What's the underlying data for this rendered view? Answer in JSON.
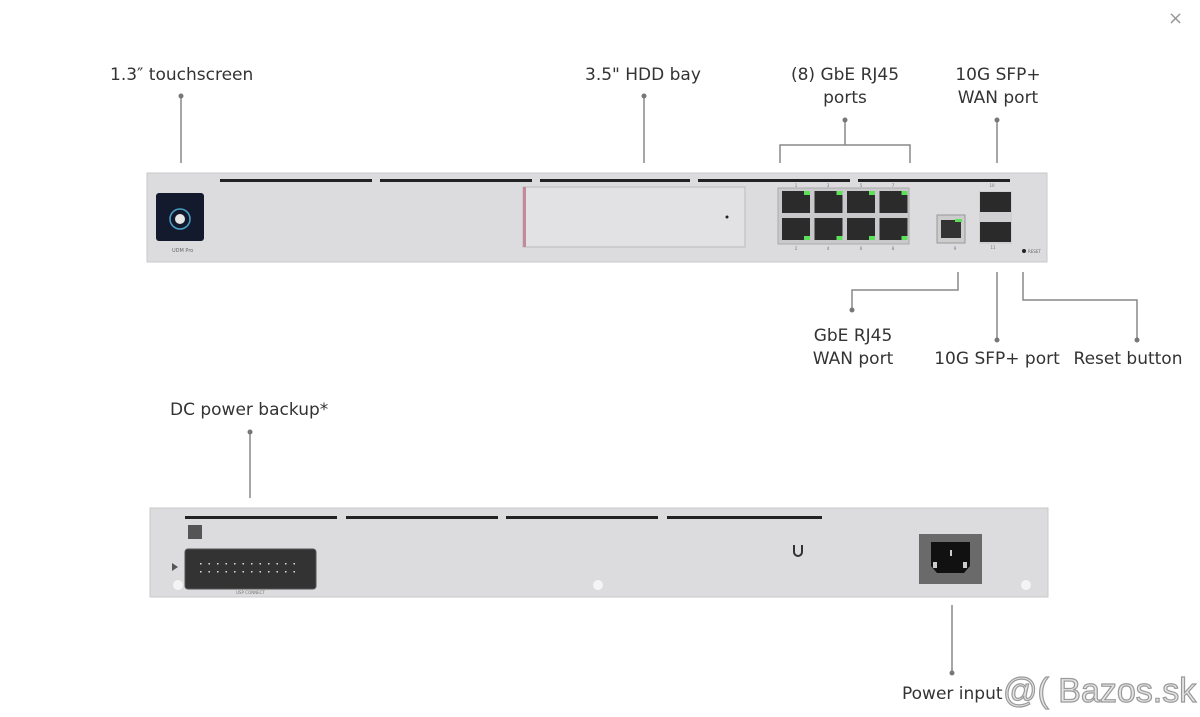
{
  "labels": {
    "touchscreen": "1.3″ touchscreen",
    "hdd_bay": "3.5\" HDD bay",
    "gbe_ports_1": "(8) GbE RJ45",
    "gbe_ports_2": "ports",
    "sfp_wan_1": "10G SFP+",
    "sfp_wan_2": "WAN port",
    "gbe_wan_1": "GbE RJ45",
    "gbe_wan_2": "WAN port",
    "sfp_port": "10G SFP+ port",
    "reset": "Reset button",
    "dc_power": "DC power backup*",
    "power_input": "Power input"
  },
  "device": {
    "model": "UDM Pro",
    "reset_text": "RESET",
    "usp_connect": "USP CONNECT",
    "port_numbers_top": [
      "1",
      "3",
      "5",
      "7"
    ],
    "port_numbers_bottom": [
      "2",
      "4",
      "6",
      "8"
    ],
    "wan_port_number": "9",
    "sfp_top_number": "10",
    "sfp_bottom_number": "11"
  },
  "close_icon": "×",
  "watermark": "@( Bazos.sk",
  "colors": {
    "chassis": "#dcdcde",
    "link_led": "#5fe05a",
    "screen": "#141a2e"
  }
}
